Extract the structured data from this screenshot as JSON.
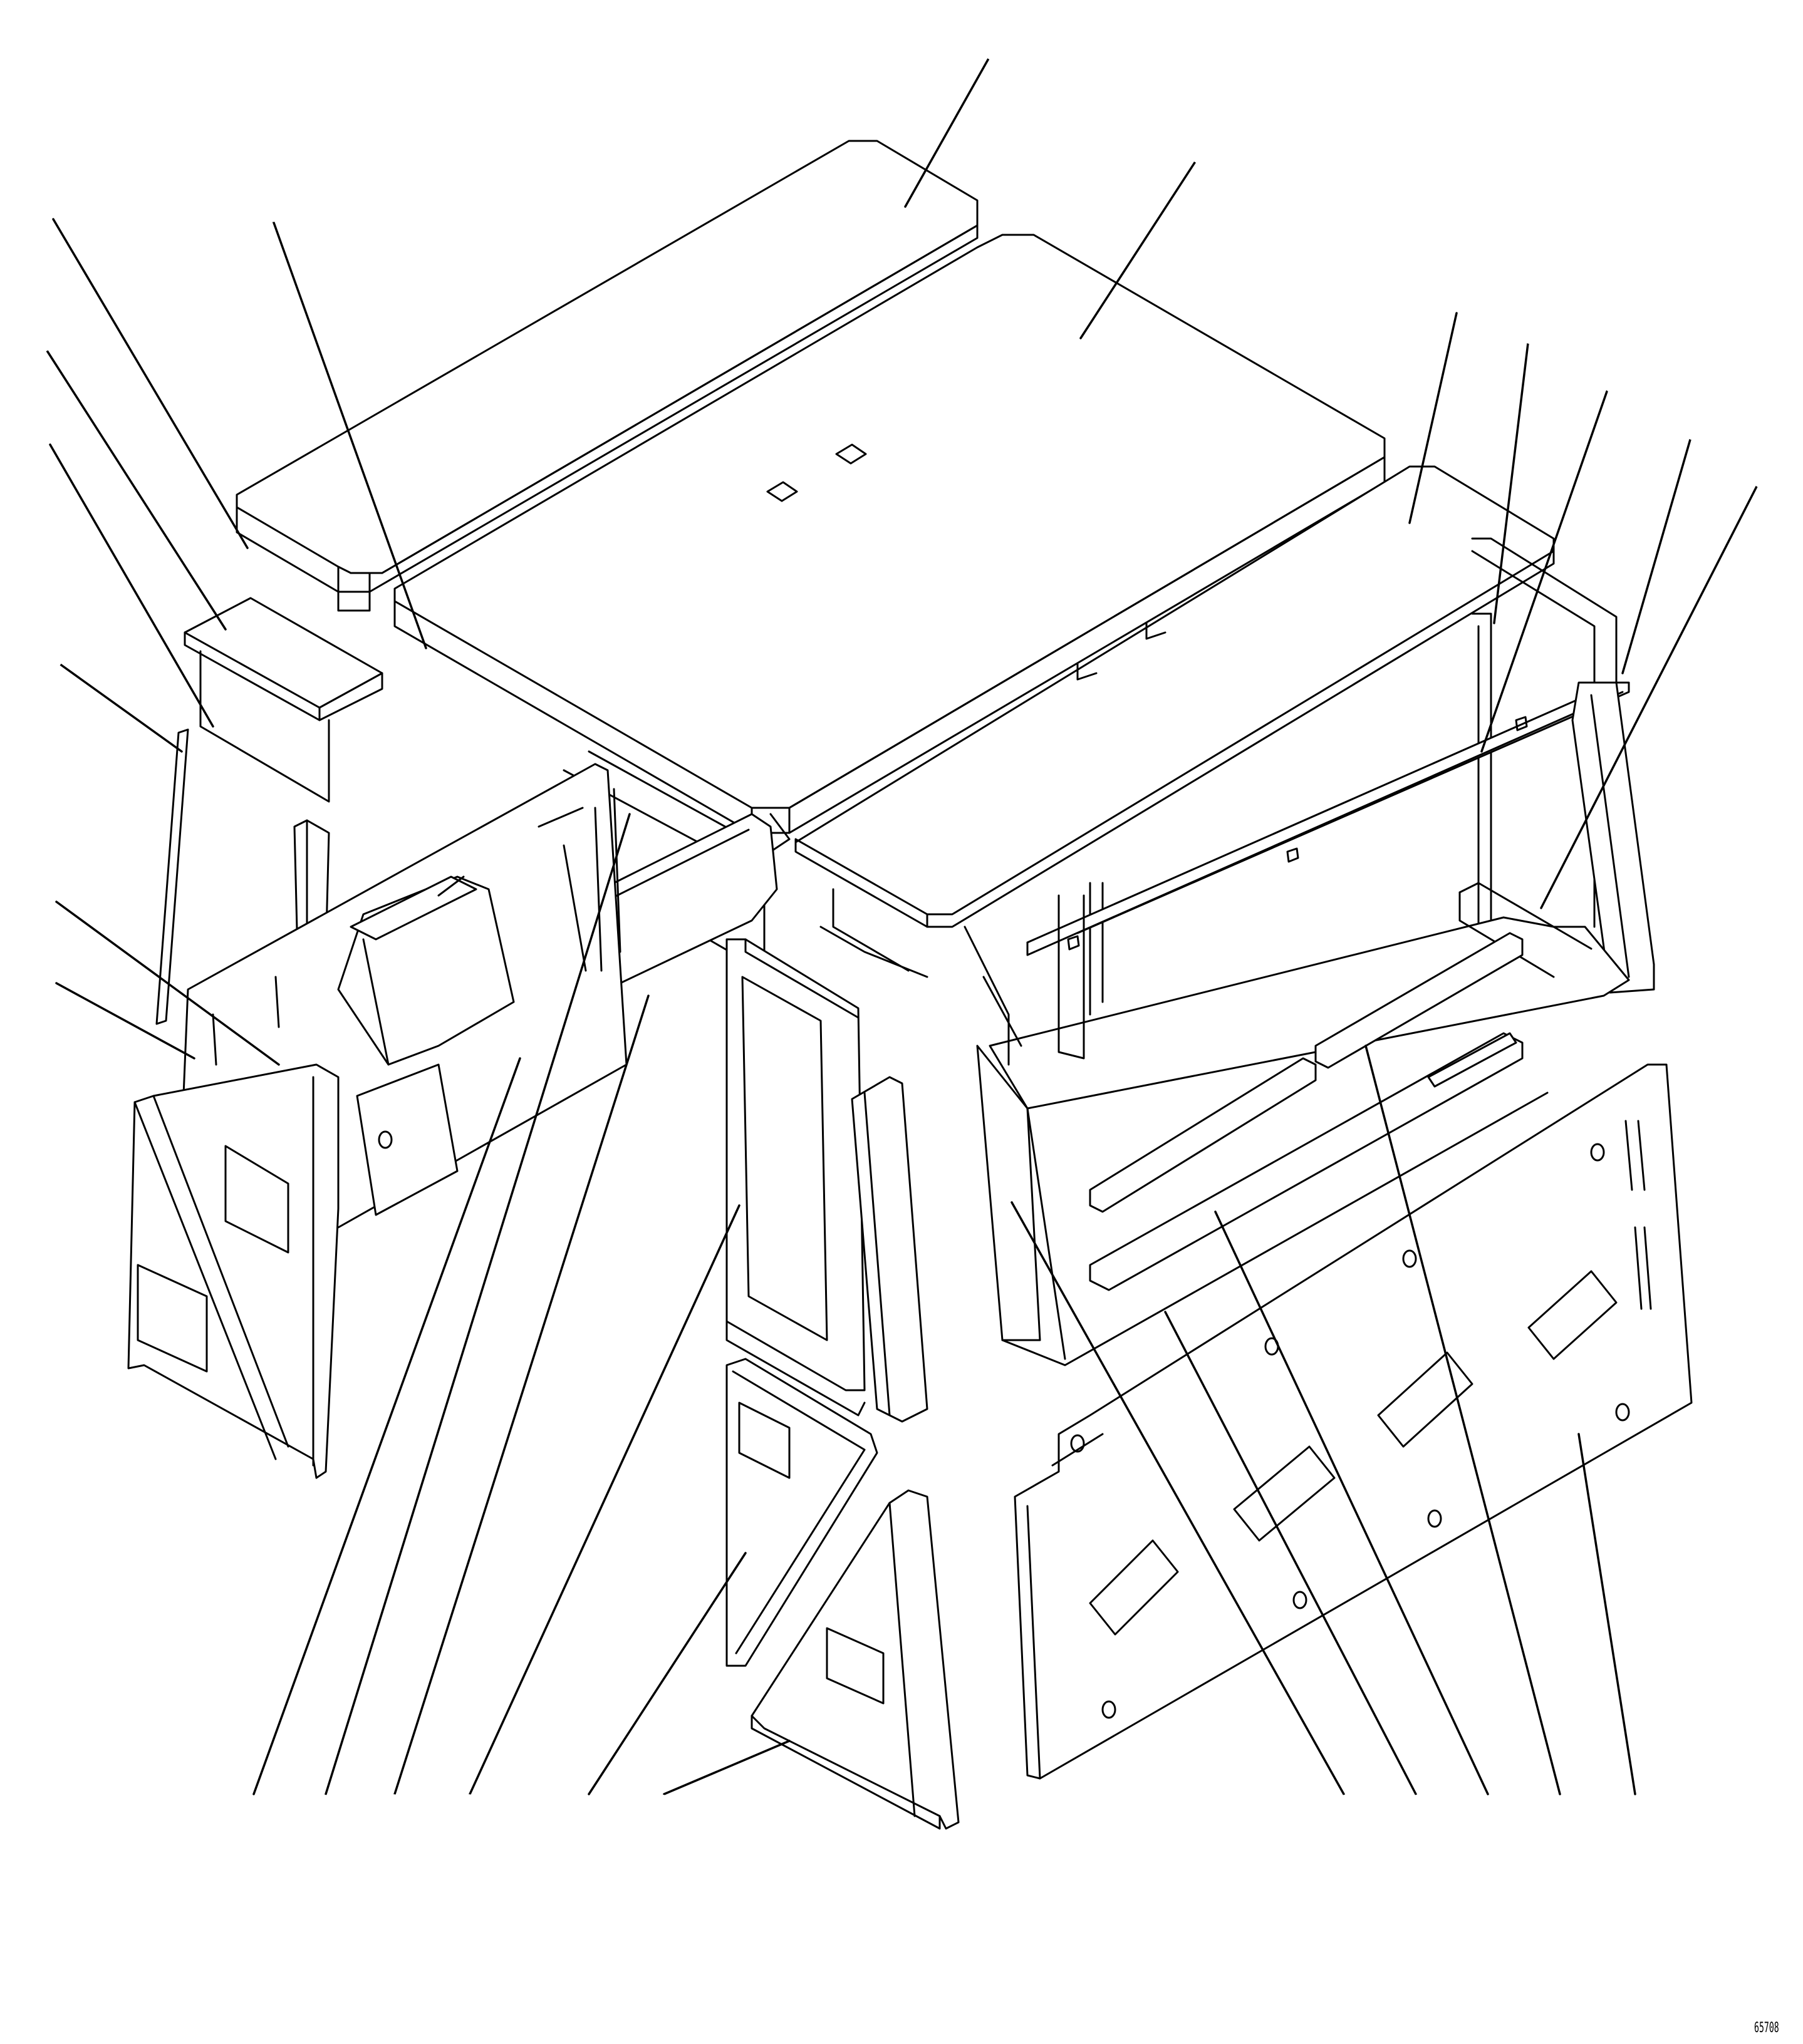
{
  "figure": {
    "type": "exploded-view-parts-diagram",
    "line_color": "#000000",
    "background_color": "#ffffff",
    "callout_count": 26,
    "callout_labels_visible": false,
    "figure_id": "65708"
  }
}
